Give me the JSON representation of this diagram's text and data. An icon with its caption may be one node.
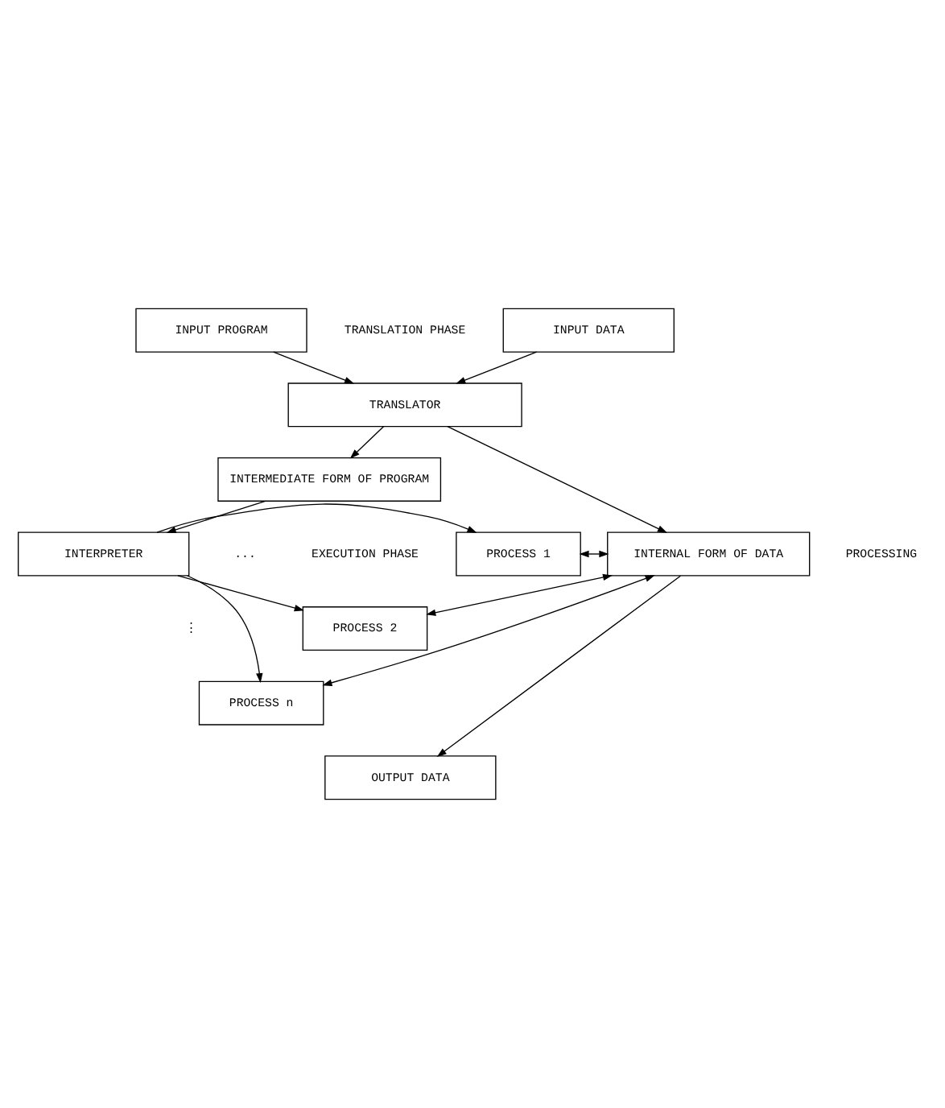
{
  "diagram": {
    "nodes": [
      {
        "text": [
          "INPUT PROGRAM"
        ]
      },
      {
        "text": [
          "INPUT DATA"
        ]
      },
      {
        "text": [
          "TRANSLATOR"
        ]
      },
      {
        "text": [
          "INTERMEDIATE FORM OF PROGRAM"
        ]
      },
      {
        "text": [
          "INTERNAL FORM OF DATA"
        ]
      },
      {
        "text": [
          "INTERPRETER"
        ]
      },
      {
        "text": [
          "PROCESS 1"
        ]
      },
      {
        "text": [
          "PROCESS 2"
        ]
      },
      {
        "text": [
          "PROCESS n"
        ]
      },
      {
        "text": [
          "OUTPUT DATA"
        ]
      }
    ],
    "edges": [
      {
        "from": 0,
        "to": 2,
        "arrow": "to"
      },
      {
        "from": 1,
        "to": 2,
        "arrow": "to"
      },
      {
        "from": 2,
        "to": 3,
        "arrow": "to"
      },
      {
        "from": 2,
        "to": 4,
        "arrow": "to"
      },
      {
        "from": 3,
        "to": 5,
        "arrow": "to"
      },
      {
        "from": 5,
        "to": 6,
        "arrow": "to"
      },
      {
        "from": 5,
        "to": 7,
        "arrow": "to"
      },
      {
        "from": 5,
        "to": 8,
        "arrow": "to"
      },
      {
        "from": 6,
        "to": 4,
        "arrow": "both"
      },
      {
        "from": 7,
        "to": 4,
        "arrow": "both"
      },
      {
        "from": 8,
        "to": 4,
        "arrow": "both"
      },
      {
        "from": 4,
        "to": 9,
        "arrow": "to"
      }
    ],
    "labels": [
      "TRANSLATION PHASE",
      "EXECUTION PHASE",
      "PROCESSING",
      "...",
      "⋮"
    ]
  }
}
